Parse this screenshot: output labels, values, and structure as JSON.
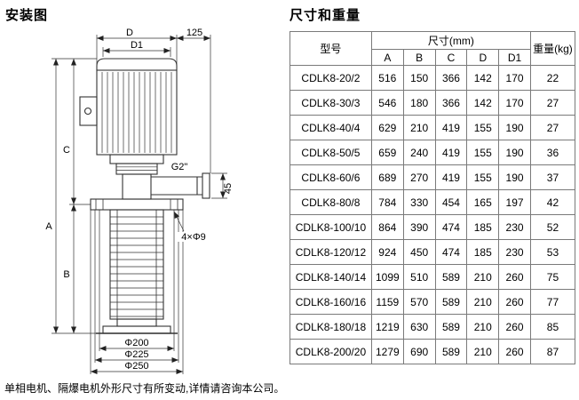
{
  "left": {
    "title": "安装图",
    "diagram": {
      "dim_D": "D",
      "dim_D1": "D1",
      "dim_125": "125",
      "dim_A": "A",
      "dim_B": "B",
      "dim_C": "C",
      "outlet_thread": "G2\"",
      "dim_45": "45",
      "bolt_holes": "4×Φ9",
      "dia_200": "Φ200",
      "dia_225": "Φ225",
      "dia_250": "Φ250"
    }
  },
  "right": {
    "title": "尺寸和重量"
  },
  "table": {
    "header": {
      "model": "型号",
      "dims_group": "尺寸(mm)",
      "dim_cols": [
        "A",
        "B",
        "C",
        "D",
        "D1"
      ],
      "weight": "重量(kg)"
    },
    "rows": [
      [
        "CDLK8-20/2",
        "516",
        "150",
        "366",
        "142",
        "170",
        "22"
      ],
      [
        "CDLK8-30/3",
        "546",
        "180",
        "366",
        "142",
        "170",
        "27"
      ],
      [
        "CDLK8-40/4",
        "629",
        "210",
        "419",
        "155",
        "190",
        "27"
      ],
      [
        "CDLK8-50/5",
        "659",
        "240",
        "419",
        "155",
        "190",
        "36"
      ],
      [
        "CDLK8-60/6",
        "689",
        "270",
        "419",
        "155",
        "190",
        "37"
      ],
      [
        "CDLK8-80/8",
        "784",
        "330",
        "454",
        "165",
        "197",
        "42"
      ],
      [
        "CDLK8-100/10",
        "864",
        "390",
        "474",
        "185",
        "230",
        "52"
      ],
      [
        "CDLK8-120/12",
        "924",
        "450",
        "474",
        "185",
        "230",
        "53"
      ],
      [
        "CDLK8-140/14",
        "1099",
        "510",
        "589",
        "210",
        "260",
        "75"
      ],
      [
        "CDLK8-160/16",
        "1159",
        "570",
        "589",
        "210",
        "260",
        "77"
      ],
      [
        "CDLK8-180/18",
        "1219",
        "630",
        "589",
        "210",
        "260",
        "85"
      ],
      [
        "CDLK8-200/20",
        "1279",
        "690",
        "589",
        "210",
        "260",
        "87"
      ]
    ]
  },
  "footnote": "单相电机、隔爆电机外形尺寸有所变动,详情请咨询本公司。"
}
